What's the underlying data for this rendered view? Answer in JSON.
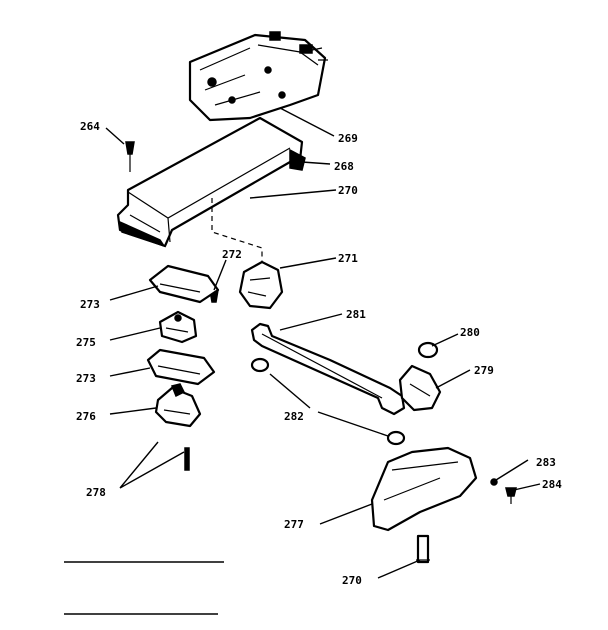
{
  "labels": {
    "l264a": "264",
    "l269": "269",
    "l268": "268",
    "l270a": "270",
    "l272": "272",
    "l271": "271",
    "l273a": "273",
    "l275": "275",
    "l281": "281",
    "l280": "280",
    "l273b": "273",
    "l279": "279",
    "l282": "282",
    "l276": "276",
    "l283": "283",
    "l278": "278",
    "l284": "284",
    "l277": "277",
    "l270b": "270"
  },
  "colors": {
    "ink": "#000000",
    "paper": "#ffffff"
  }
}
